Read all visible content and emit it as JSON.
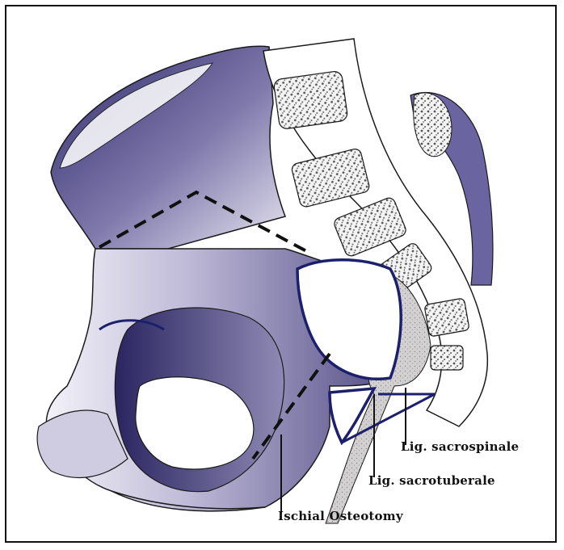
{
  "labels": {
    "sacrospinale": "Lig. sacrospinale",
    "sacrotuberale": "Lig. sacrotuberale",
    "osteotomy": "Ischial Osteotomy"
  },
  "colors": {
    "bone_shade": "#4a447f",
    "bone_light": "#d9d6ea",
    "outline": "#1a1a1a",
    "cut_line": "#101010",
    "highlight_outline": "#1c1f6b",
    "ligament_fill": "#c8c6c6"
  }
}
